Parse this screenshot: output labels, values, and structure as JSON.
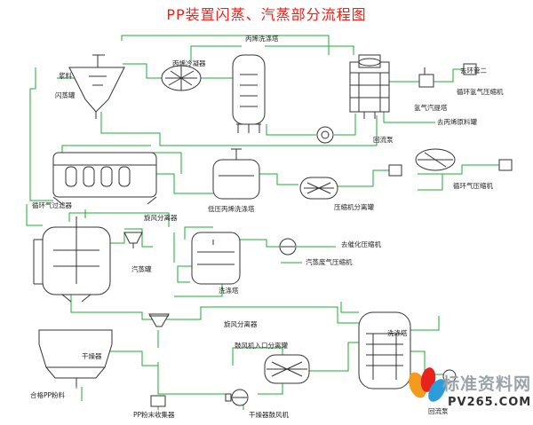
{
  "title": "PP装置闪蒸、汽蒸部分流程图",
  "labels": {
    "slurry": "浆料",
    "flash_tank": "闪蒸罐",
    "propylene_condenser": "丙烯冷凝器",
    "propylene_wash_tower": "丙烯洗涤塔",
    "to_loop_2": "去环管二",
    "loop_h2_compressor": "循环氢气压缩机",
    "h2_stripper": "氢气汽提塔",
    "to_propylene_tank": "去丙烯原料罐",
    "return_pump": "回流泵",
    "loop_gas_filter": "循环气过滤器",
    "low_pressure_wash_tower": "低压丙烯洗涤塔",
    "compressor_separator": "压缩机分离罐",
    "loop_gas_compressor": "循环气压缩机",
    "cyclone_separator_1": "旋风分离器",
    "to_catalytic_compressor": "去催化压缩机",
    "steaming_tank": "汽蒸罐",
    "steam_waste_gas_compressor": "汽蒸废气压缩机",
    "wash_tower_1": "洗涤塔",
    "cyclone_separator_2": "旋风分离器",
    "dryer": "干燥器",
    "fan_inlet_separator": "鼓风机入口分离罐",
    "wash_tower_2": "洗涤塔",
    "qualified_pp_powder": "合格PP粉料",
    "pp_powder_collector": "PP粉末收集器",
    "dryer_blower": "干燥器鼓风机",
    "reflux_pump": "回流泵"
  },
  "watermark": {
    "text": "标准资料网",
    "url": "PV265.COM"
  },
  "colors": {
    "title": "#e8231b",
    "pipe": "#21a83a",
    "equipment": "#333333"
  }
}
